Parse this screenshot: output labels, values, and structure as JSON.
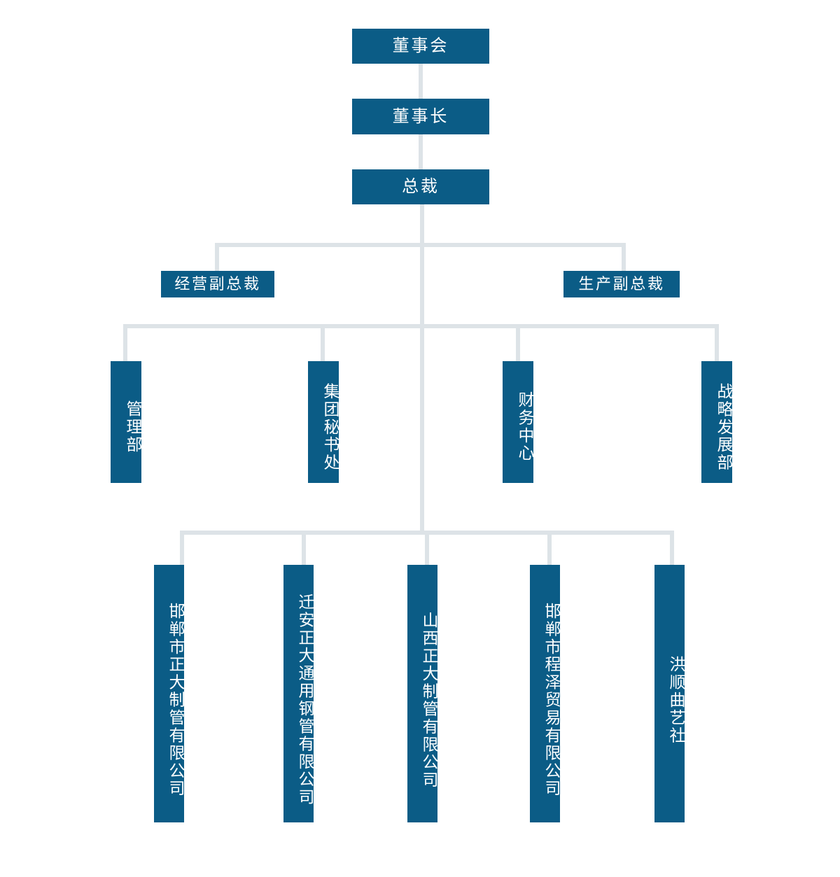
{
  "chart": {
    "title": "",
    "type": "org-chart",
    "palette": {
      "node_fill": "#0b5c86",
      "node_text": "#ffffff",
      "connector": "#dde3e7",
      "background": "#ffffff"
    }
  },
  "levels": {
    "board": {
      "label": "董事会"
    },
    "chairman": {
      "label": "董事长"
    },
    "president": {
      "label": "总裁"
    }
  },
  "vice_presidents": [
    {
      "label": "经营副总裁"
    },
    {
      "label": "生产副总裁"
    }
  ],
  "departments": [
    {
      "label": "管理部"
    },
    {
      "label": "集团秘书处"
    },
    {
      "label": "财务中心"
    },
    {
      "label": "战略发展部"
    }
  ],
  "subsidiaries": [
    {
      "label": "邯郸市正大制管有限公司"
    },
    {
      "label": "迁安正大通用钢管有限公司"
    },
    {
      "label": "山西正大制管有限公司"
    },
    {
      "label": "邯郸市程泽贸易有限公司"
    },
    {
      "label": "洪顺曲艺社"
    }
  ]
}
